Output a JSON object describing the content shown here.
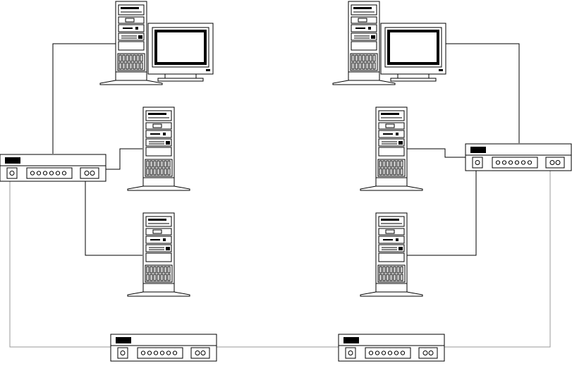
{
  "diagram": {
    "description_visible_text": [],
    "colors": {
      "background": "#ffffff",
      "device_stroke": "#000000",
      "cable_black": "#000000",
      "cable_gray": "#999999",
      "tower_screen": "#000000"
    },
    "nodes": [
      {
        "id": "workstation-left",
        "kind": "workstation"
      },
      {
        "id": "workstation-right",
        "kind": "workstation"
      },
      {
        "id": "server-left-middle",
        "kind": "server"
      },
      {
        "id": "server-left-bottom",
        "kind": "server"
      },
      {
        "id": "server-right-middle",
        "kind": "server"
      },
      {
        "id": "server-right-bottom",
        "kind": "server"
      },
      {
        "id": "hub-left",
        "kind": "hub"
      },
      {
        "id": "hub-right",
        "kind": "hub"
      },
      {
        "id": "hub-bottom-left",
        "kind": "hub"
      },
      {
        "id": "hub-bottom-right",
        "kind": "hub"
      }
    ],
    "links": [
      {
        "from": "hub-left",
        "to": "workstation-left",
        "style": "black"
      },
      {
        "from": "hub-left",
        "to": "server-left-middle",
        "style": "black"
      },
      {
        "from": "hub-left",
        "to": "server-left-bottom",
        "style": "black"
      },
      {
        "from": "hub-right",
        "to": "workstation-right",
        "style": "black"
      },
      {
        "from": "hub-right",
        "to": "server-right-middle",
        "style": "black"
      },
      {
        "from": "hub-right",
        "to": "server-right-bottom",
        "style": "black"
      },
      {
        "from": "hub-left",
        "to": "hub-bottom-left",
        "style": "gray"
      },
      {
        "from": "hub-bottom-left",
        "to": "hub-bottom-right",
        "style": "gray"
      },
      {
        "from": "hub-bottom-right",
        "to": "hub-right",
        "style": "gray"
      }
    ]
  }
}
